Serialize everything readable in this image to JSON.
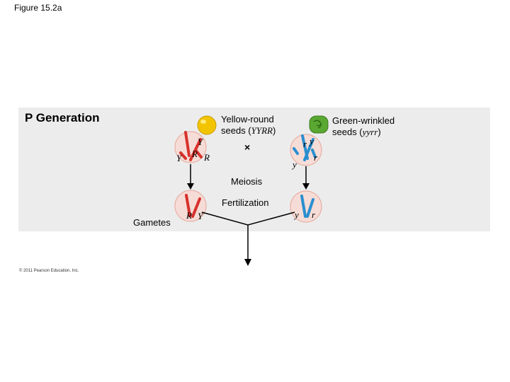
{
  "slide_title": "Figure 15.2a",
  "generation_title": "P Generation",
  "parent_yellow": {
    "line1": "Yellow-round",
    "line2_prefix": "seeds (",
    "genotype": "YYRR",
    "line2_suffix": ")"
  },
  "parent_green": {
    "line1": "Green-wrinkled",
    "line2_prefix": "seeds (",
    "genotype": "yyrr",
    "line2_suffix": ")"
  },
  "cross_symbol": "×",
  "meiosis_label": "Meiosis",
  "fertilization_label": "Fertilization",
  "gametes_label": "Gametes",
  "alleles": {
    "Y_upper": "Y",
    "Y_lower": "Y",
    "R_upper": "R",
    "R_lower": "R",
    "y_upper": "y",
    "y_lower": "y",
    "r_upper": "r",
    "r_lower": "r",
    "g_R": "R",
    "g_Y": "Y",
    "g_y": "y",
    "g_r": "r"
  },
  "copyright": "© 2011 Pearson Education, Inc.",
  "colors": {
    "panel": "#ececec",
    "red_chromosome": "#d8312c",
    "blue_chromosome": "#2a8fd0",
    "yellow_seed": "#f2c400",
    "green_seed": "#5aa832",
    "cell_fill": "#f6dcd6"
  }
}
